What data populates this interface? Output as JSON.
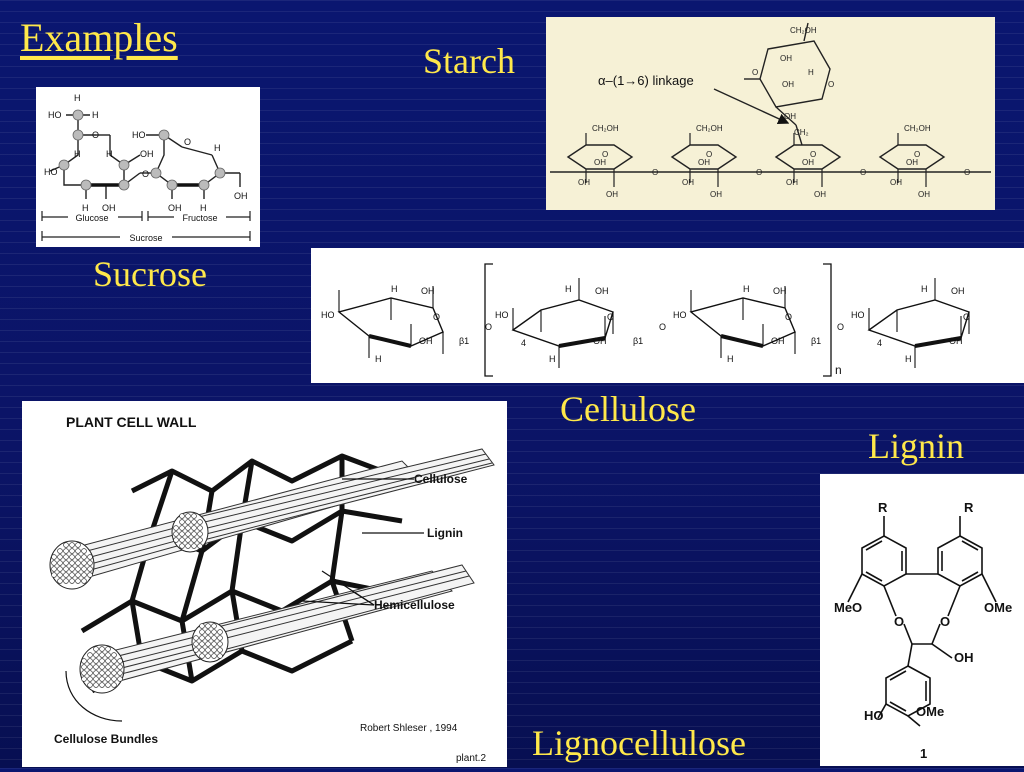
{
  "slide": {
    "title": "Examples"
  },
  "labels": {
    "starch": "Starch",
    "sucrose": "Sucrose",
    "cellulose": "Cellulose",
    "lignin": "Lignin",
    "lignocellulose": "Lignocellulose"
  },
  "sucrose_figure": {
    "glucose_caption": "Glucose",
    "fructose_caption": "Fructose",
    "sucrose_caption": "Sucrose"
  },
  "starch_figure": {
    "linkage_text": "α–(1→6) linkage",
    "ch2oh": "CH₂OH",
    "ch2": "CH₂",
    "oh": "OH"
  },
  "cellulose_figure": {
    "beta1": "β1",
    "four": "4",
    "n": "n"
  },
  "cell_wall_figure": {
    "heading": "PLANT CELL WALL",
    "callout_cellulose": "Cellulose",
    "callout_lignin": "Lignin",
    "callout_hemicellulose": "Hemicellulose",
    "callout_bundles": "Cellulose Bundles",
    "credit": "Robert Shleser , 1994",
    "plate": "plant.2"
  },
  "lignin_figure": {
    "r_left": "R",
    "r_right": "R",
    "meo": "MeO",
    "ome_right": "OMe",
    "o_left": "O",
    "o_right": "O",
    "oh_side": "OH",
    "ho_bottom": "HO",
    "ome_bottom": "OMe",
    "number": "1"
  },
  "colors": {
    "background": "#0b1466",
    "label_yellow": "#ffe84a",
    "starch_panel": "#f6f1d6"
  }
}
